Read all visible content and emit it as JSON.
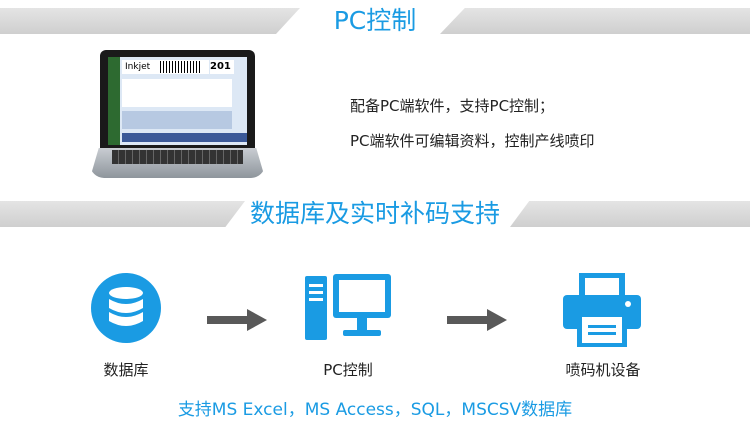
{
  "sections": {
    "pc_control_title": "PC控制",
    "database_title": "数据库及实时补码支持"
  },
  "pc_control": {
    "line1": "配备PC端软件，支持PC控制；",
    "line2": "PC端软件可编辑资料，控制产线喷印",
    "laptop_screen_text": "Inkjet",
    "laptop_screen_number": "201"
  },
  "flow": {
    "database_label": "数据库",
    "pc_label": "PC控制",
    "printer_label": "喷码机设备"
  },
  "footer": "支持MS Excel，MS Access，SQL，MSCSV数据库",
  "colors": {
    "accent": "#1a9be3",
    "arrow": "#595959",
    "banner_gray": "#d9d9d9"
  },
  "icons": [
    "database-icon",
    "pc-icon",
    "printer-icon",
    "arrow-right-icon"
  ]
}
